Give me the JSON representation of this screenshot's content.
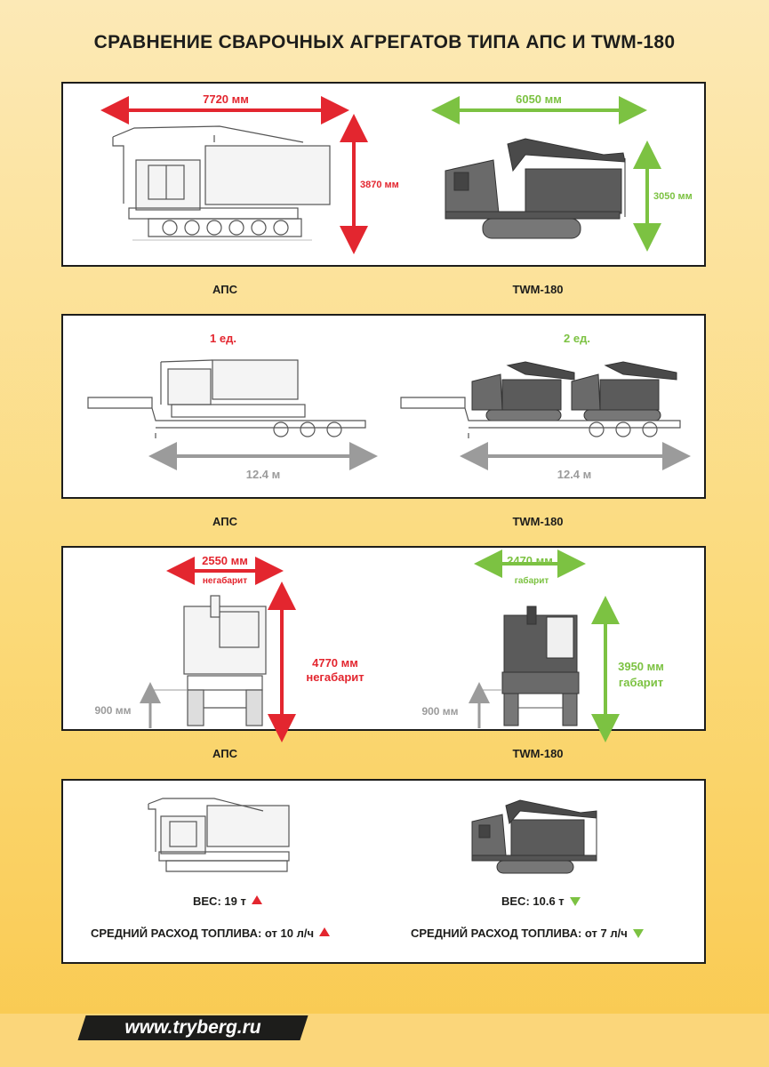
{
  "title": "СРАВНЕНИЕ СВАРОЧНЫХ АГРЕГАТОВ ТИПА АПС И TWM-180",
  "labels": {
    "aps": "АПС",
    "twm": "TWM-180"
  },
  "panel1": {
    "aps_length": "7720 мм",
    "aps_height": "3870 мм",
    "twm_length": "6050 мм",
    "twm_height": "3050 мм"
  },
  "panel2": {
    "aps_units": "1 ед.",
    "twm_units": "2 ед.",
    "aps_trailer": "12.4 м",
    "twm_trailer": "12.4 м"
  },
  "panel3": {
    "aps_width": "2550 мм",
    "aps_width_note": "негабарит",
    "aps_height": "4770 мм",
    "aps_height_note": "негабарит",
    "aps_base": "900 мм",
    "twm_width": "2470 мм",
    "twm_width_note": "габарит",
    "twm_height": "3950 мм",
    "twm_height_note": "габарит",
    "twm_base": "900 мм"
  },
  "panel4": {
    "aps_weight": "ВЕС: 19 т",
    "aps_fuel": "СРЕДНИЙ РАСХОД ТОПЛИВА:  от 10 л/ч",
    "twm_weight": "ВЕС: 10.6 т",
    "twm_fuel": "СРЕДНИЙ РАСХОД ТОПЛИВА: от 7 л/ч"
  },
  "colors": {
    "red": "#e3262f",
    "green": "#7cc242",
    "grey": "#9b9b9b",
    "dark": "#1d1d1b"
  },
  "footer": {
    "url": "www.tryberg.ru"
  }
}
